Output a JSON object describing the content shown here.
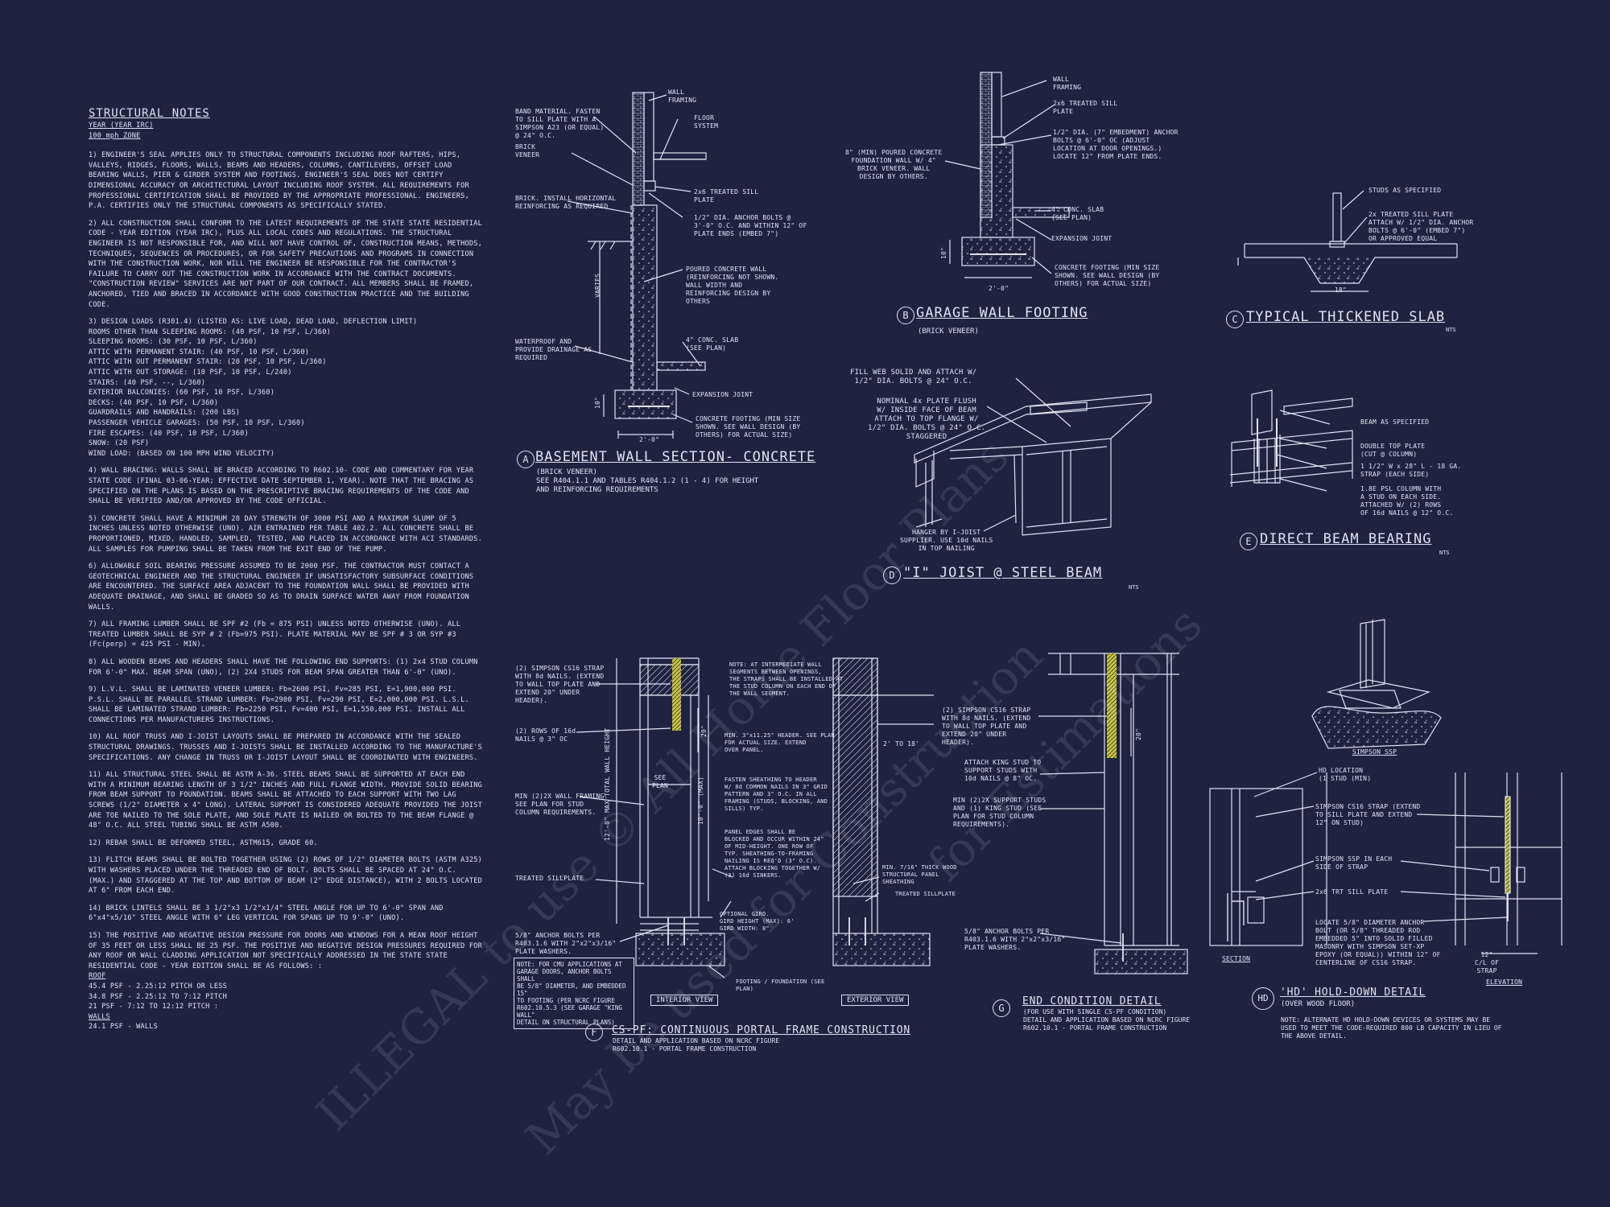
{
  "notes": {
    "heading": "STRUCTURAL NOTES",
    "year": "YEAR (YEAR IRC)",
    "zone": "100 mph ZONE",
    "paragraphs": [
      "1) ENGINEER'S SEAL APPLIES ONLY TO STRUCTURAL COMPONENTS INCLUDING ROOF RAFTERS, HIPS, VALLEYS, RIDGES, FLOORS, WALLS, BEAMS AND HEADERS, COLUMNS, CANTILEVERS, OFFSET LOAD BEARING WALLS, PIER & GIRDER SYSTEM AND FOOTINGS. ENGINEER'S SEAL DOES NOT CERTIFY DIMENSIONAL ACCURACY OR ARCHITECTURAL LAYOUT INCLUDING ROOF SYSTEM. ALL REQUIREMENTS FOR PROFESSIONAL CERTIFICATION SHALL BE PROVIDED BY THE APPROPRIATE PROFESSIONAL. ENGINEERS, P.A. CERTIFIES ONLY THE STRUCTURAL COMPONENTS AS SPECIFICALLY STATED.",
      "2) ALL CONSTRUCTION SHALL CONFORM TO THE LATEST REQUIREMENTS OF THE STATE STATE RESIDENTIAL CODE - YEAR EDITION (YEAR IRC), PLUS ALL LOCAL CODES AND REGULATIONS. THE STRUCTURAL ENGINEER IS NOT RESPONSIBLE FOR, AND WILL NOT HAVE CONTROL OF, CONSTRUCTION MEANS, METHODS, TECHNIQUES, SEQUENCES OR PROCEDURES, OR FOR SAFETY PRECAUTIONS AND PROGRAMS IN CONNECTION WITH THE CONSTRUCTION WORK, NOR WILL THE ENGINEER BE RESPONSIBLE FOR THE CONTRACTOR'S FAILURE TO CARRY OUT THE CONSTRUCTION WORK IN ACCORDANCE WITH THE CONTRACT DOCUMENTS. \"CONSTRUCTION REVIEW\" SERVICES ARE NOT PART OF OUR CONTRACT. ALL MEMBERS SHALL BE FRAMED, ANCHORED, TIED AND BRACED IN ACCORDANCE WITH GOOD CONSTRUCTION PRACTICE AND THE BUILDING CODE.",
      "3) DESIGN LOADS (R301.4) (LISTED AS: LIVE LOAD, DEAD LOAD, DEFLECTION LIMIT)\nROOMS OTHER THAN SLEEPING ROOMS: (40 PSF, 10 PSF, L/360)\nSLEEPING ROOMS: (30 PSF, 10 PSF, L/360)\nATTIC WITH PERMANENT STAIR: (40 PSF, 10 PSF, L/360)\nATTIC WITH OUT PERMANENT STAIR: (20 PSF, 10 PSF, L/360)\nATTIC WITH OUT STORAGE: (10 PSF, 10 PSF, L/240)\nSTAIRS: (40 PSF, --, L/360)\nEXTERIOR BALCONIES: (60 PSF, 10 PSF, L/360)\nDECKS: (40 PSF, 10 PSF, L/360)\nGUARDRAILS AND HANDRAILS: (200 LBS)\nPASSENGER VEHICLE GARAGES: (50 PSF, 10 PSF, L/360)\nFIRE ESCAPES: (40 PSF, 10 PSF, L/360)\nSNOW: (20 PSF)\nWIND LOAD: (BASED ON 100 MPH WIND VELOCITY)",
      "4) WALL BRACING: WALLS SHALL BE BRACED ACCORDING TO R602.10- CODE AND COMMENTARY FOR YEAR STATE CODE (FINAL 03-06-YEAR; EFFECTIVE DATE SEPTEMBER 1, YEAR). NOTE THAT THE BRACING AS SPECIFIED ON THE PLANS IS BASED ON THE PRESCRIPTIVE BRACING REQUIREMENTS OF THE CODE AND SHALL BE VERIFIED AND/OR APPROVED BY THE CODE OFFICIAL.",
      "5) CONCRETE SHALL HAVE A MINIMUM 28 DAY STRENGTH OF 3000 PSI AND A MAXIMUM SLUMP OF 5 INCHES UNLESS NOTED OTHERWISE (UNO). AIR ENTRAINED PER TABLE 402.2. ALL CONCRETE SHALL BE PROPORTIONED, MIXED, HANDLED, SAMPLED, TESTED, AND PLACED IN ACCORDANCE WITH ACI STANDARDS. ALL SAMPLES FOR PUMPING SHALL BE TAKEN FROM THE EXIT END OF THE PUMP.",
      "6) ALLOWABLE SOIL BEARING PRESSURE ASSUMED TO BE 2000 PSF. THE CONTRACTOR MUST CONTACT A GEOTECHNICAL ENGINEER AND THE STRUCTURAL ENGINEER IF UNSATISFACTORY SUBSURFACE CONDITIONS ARE ENCOUNTERED. THE SURFACE AREA ADJACENT TO THE FOUNDATION WALL SHALL BE PROVIDED WITH ADEQUATE DRAINAGE, AND SHALL BE GRADED SO AS TO DRAIN SURFACE WATER AWAY FROM FOUNDATION WALLS.",
      "7) ALL FRAMING LUMBER SHALL BE SPF #2 (Fb = 875 PSI) UNLESS NOTED OTHERWISE (UNO). ALL TREATED LUMBER SHALL BE SYP # 2 (Fb=975 PSI). PLATE MATERIAL MAY BE SPF # 3 OR SYP #3 (Fc(perp) = 425 PSI - MIN).",
      "8) ALL WOODEN BEAMS AND HEADERS SHALL HAVE THE FOLLOWING END SUPPORTS: (1) 2x4 STUD COLUMN FOR 6'-0\" MAX. BEAM SPAN (UNO), (2) 2X4 STUDS FOR BEAM SPAN GREATER THAN 6'-0\" (UNO).",
      "9) L.V.L. SHALL BE LAMINATED VENEER LUMBER: Fb=2600 PSI, Fv=285 PSI, E=1,900,000 PSI. P.S.L. SHALL BE PARALLEL STRAND LUMBER: Fb=2900 PSI, Fv=290 PSI, E=2,000,000 PSI. L.S.L. SHALL BE LAMINATED STRAND LUMBER: Fb=2250 PSI, Fv=400 PSI, E=1,550,000 PSI. INSTALL ALL CONNECTIONS PER MANUFACTURERS INSTRUCTIONS.",
      "10) ALL ROOF TRUSS AND I-JOIST LAYOUTS SHALL BE PREPARED IN ACCORDANCE WITH THE SEALED STRUCTURAL DRAWINGS. TRUSSES AND I-JOISTS SHALL BE INSTALLED ACCORDING TO THE MANUFACTURE'S SPECIFICATIONS. ANY CHANGE IN TRUSS OR I-JOIST LAYOUT SHALL BE COORDINATED WITH ENGINEERS.",
      "11) ALL STRUCTURAL STEEL SHALL BE ASTM A-36. STEEL BEAMS SHALL BE SUPPORTED AT EACH END WITH A MINIMUM BEARING LENGTH OF 3 1/2\" INCHES AND FULL FLANGE WIDTH. PROVIDE SOLID BEARING FROM BEAM SUPPORT TO FOUNDATION. BEAMS SHALL BE ATTACHED TO EACH SUPPORT WITH TWO LAG SCREWS (1/2\" DIAMETER x 4\" LONG). LATERAL SUPPORT IS CONSIDERED ADEQUATE PROVIDED THE JOIST ARE TOE NAILED TO THE SOLE PLATE, AND SOLE PLATE IS NAILED OR BOLTED TO THE BEAM FLANGE @ 48\" O.C. ALL STEEL TUBING SHALL BE ASTM A500.",
      "12) REBAR SHALL BE DEFORMED STEEL, ASTM615, GRADE 60.",
      "13) FLITCH BEAMS SHALL BE BOLTED TOGETHER USING (2) ROWS OF 1/2\" DIAMETER BOLTS (ASTM A325) WITH WASHERS PLACED UNDER THE THREADED END OF BOLT. BOLTS SHALL BE SPACED AT 24\" O.C. (MAX.) AND STAGGERED AT THE TOP AND BOTTOM OF BEAM (2\" EDGE DISTANCE), WITH 2 BOLTS LOCATED AT 6\" FROM EACH END.",
      "14) BRICK LINTELS SHALL BE 3 1/2\"x3 1/2\"x1/4\" STEEL ANGLE FOR UP TO 6'-0\" SPAN AND 6\"x4\"x5/16\" STEEL ANGLE WITH 6\" LEG VERTICAL FOR SPANS UP TO 9'-0\" (UNO).",
      "15) THE POSITIVE AND NEGATIVE DESIGN PRESSURE FOR DOORS AND WINDOWS FOR A MEAN ROOF HEIGHT OF 35 FEET OR LESS SHALL BE 25 PSF. THE POSITIVE AND NEGATIVE DESIGN PRESSURES REQUIRED FOR ANY ROOF OR WALL CLADDING APPLICATION NOT SPECIFICALLY ADDRESSED IN THE STATE STATE RESIDENTIAL CODE - YEAR EDITION SHALL BE AS FOLLOWS: :"
    ],
    "roof_heading": "ROOF",
    "roof_lines": [
      "45.4 PSF - 2.25:12 PITCH OR LESS",
      "34.8 PSF - 2.25:12 TO 7:12 PITCH",
      "21 PSF - 7:12 TO 12:12 PITCH :"
    ],
    "walls_heading": "WALLS",
    "walls_lines": [
      "24.1 PSF - WALLS"
    ]
  },
  "details": {
    "a": {
      "badge": "A",
      "title": "BASEMENT WALL SECTION- CONCRETE",
      "subtitle": "(BRICK VENEER)\nSEE R404.1.1 AND TABLES R404.1.2 (1 - 4) FOR HEIGHT\nAND REINFORCING REQUIREMENTS",
      "labels": {
        "band": "BAND MATERIAL. FASTEN\nTO SILL PLATE WITH A\nSIMPSON A23 (OR EQUAL)\n@ 24\" O.C.",
        "brick_veneer": "BRICK\nVENEER",
        "brick_reinf": "BRICK. INSTALL HORIZONTAL\nREINFORCING AS REQUIRED",
        "waterproof": "WATERPROOF AND\nPROVIDE DRAINAGE AS\nREQUIRED",
        "wall_framing": "WALL\nFRAMING",
        "floor_system": "FLOOR\nSYSTEM",
        "sill": "2x6 TREATED SILL\nPLATE",
        "anchor": "1/2\" DIA. ANCHOR BOLTS @\n3'-0\" O.C. AND WITHIN 12\" OF\nPLATE ENDS (EMBED 7\")",
        "poured": "POURED CONCRETE WALL\n(REINFORCING NOT SHOWN.\nWALL WIDTH AND\nREINFORCING DESIGN BY\nOTHERS",
        "slab": "4\" CONC. SLAB\n(SEE PLAN)",
        "expansion": "EXPANSION JOINT",
        "footing": "CONCRETE FOOTING (MIN SIZE\nSHOWN. SEE WALL DESIGN (BY\nOTHERS) FOR ACTUAL SIZE)",
        "varies": "VARIES",
        "dim_h": "10\"",
        "dim_w": "2'-0\""
      }
    },
    "b": {
      "badge": "B",
      "title": "GARAGE WALL FOOTING",
      "subtitle": "(BRICK VENEER)",
      "labels": {
        "foundation": "8\" (MIN) POURED CONCRETE\nFOUNDATION WALL W/ 4\"\nBRICK VENEER. WALL\nDESIGN BY OTHERS.",
        "wall_framing": "WALL\nFRAMING",
        "sill": "2x6 TREATED SILL\nPLATE",
        "anchor": "1/2\" DIA. (7\" EMBEDMENT) ANCHOR\nBOLTS @ 6'-0\" OC (ADJUST\nLOCATION AT DOOR OPENINGS.)\nLOCATE 12\" FROM PLATE ENDS.",
        "slab": "4\" CONC. SLAB\n(SEE PLAN)",
        "expansion": "EXPANSION JOINT",
        "footing": "CONCRETE FOOTING (MIN SIZE\nSHOWN. SEE WALL DESIGN (BY\nOTHERS) FOR ACTUAL SIZE)",
        "dim_h": "10\"",
        "dim_w": "2'-0\""
      }
    },
    "c": {
      "badge": "C",
      "title": "TYPICAL THICKENED SLAB",
      "nts": "NTS",
      "labels": {
        "studs": "STUDS AS SPECIFIED",
        "plate": "2x TREATED SILL PLATE\nATTACH W/ 1/2\" DIA. ANCHOR\nBOLTS @ 6'-0\" (EMBED 7\")\nOR APPROVED EQUAL",
        "dim": "18\""
      }
    },
    "d": {
      "badge": "D",
      "title": "\"I\" JOIST @ STEEL BEAM",
      "nts": "NTS",
      "labels": {
        "fill": "FILL WEB SOLID AND ATTACH W/\n1/2\" DIA. BOLTS @ 24\" O.C.",
        "plate": "NOMINAL 4x PLATE FLUSH\nW/ INSIDE FACE OF BEAM\nATTACH TO TOP FLANGE W/\n1/2\" DIA. BOLTS @ 24\" O.C.\nSTAGGERED",
        "hanger": "HANGER BY I-JOIST\nSUPPLIER. USE 10d NAILS\nIN TOP NAILING"
      }
    },
    "e": {
      "badge": "E",
      "title": "DIRECT BEAM BEARING",
      "nts": "NTS",
      "labels": {
        "beam": "BEAM AS SPECIFIED",
        "top_plate": "DOUBLE TOP PLATE\n(CUT @ COLUMN)",
        "strap": "1 1/2\" W x 28\" L - 18 GA.\nSTRAP (EACH SIDE)",
        "column": "1.8E PSL COLUMN WITH\nA STUD ON EACH SIDE.\nATTACHED W/ (2) ROWS\nOF 16d NAILS @ 12\" O.C."
      }
    },
    "f": {
      "badge": "F",
      "title": "CS-PF: CONTINUOUS PORTAL FRAME CONSTRUCTION",
      "subtitle": "DETAIL AND APPLICATION BASED ON NCRC FIGURE\nR602.10.1 - PORTAL FRAME CONSTRUCTION",
      "labels": {
        "strap": "(2) SIMPSON CS16 STRAP\nWITH 8d NAILS. (EXTEND\nTO WALL TOP PLATE AND\nEXTEND 20\" UNDER\nHEADER).",
        "rows": "(2) ROWS OF 16d\nNAILS @ 3\" OC",
        "min_framing": "MIN (2)2X WALL FRAMING.\nSEE PLAN FOR STUD\nCOLUMN REQUIREMENTS.",
        "treated": "TREATED SILLPLATE",
        "anchor": "5/8\" ANCHOR BOLTS PER\nR403.1.6 WITH 2\"x2\"x3/16\"\nPLATE WASHERS.",
        "note_int": "NOTE: AT INTERMEDIATE WALL\nSEGMENTS BETWEEN OPENINGS,\nTHE STRAPS SHALL BE INSTALLED AT\nTHE STUD COLUMN ON EACH END OF\nTHE WALL SEGMENT.",
        "header": "MIN. 3\"x11.25\" HEADER. SEE PLAN\nFOR ACTUAL SIZE. EXTEND\nOVER PANEL.",
        "fasten": "FASTEN SHEATHING TO HEADER\nW/ 8d COMMON NAILS IN 3\" GRID\nPATTERN AND 3\" O.C. IN ALL\nFRAMING (STUDS, BLOCKING, AND\nSILLS) TYP.",
        "panel": "PANEL EDGES SHALL BE\nBLOCKED AND OCCUR WITHIN 24\"\nOF MID-HEIGHT. ONE ROW OF\nTYP. SHEATHING-TO-FRAMING\nNAILING IS REQ'D (3\" O.C).\nATTACH BLOCKING TOGETHER W/\n(3) 16d SINKERS.",
        "girder": "OPTIONAL GIRD.\nGIRD HEIGHT (MAX): 6'\nGIRD WIDTH: 8\"",
        "footing": "FOOTING / FOUNDATION (SEE\nPLAN)",
        "osb": "MIN. 7/16\" THICK WOOD\nSTRUCTURAL PANEL\nSHEATHING",
        "treated2": "TREATED SILLPLATE",
        "cmu": "NOTE: FOR CMU APPLICATIONS AT\nGARAGE DOORS, ANCHOR BOLTS SHALL\nBE 5/8\" DIAMETER, AND EMBEDDED 15\"\nTO FOOTING (PER NCRC FIGURE\nR602.10.5.3 (SEE GARAGE \"KING WALL\"\nDETAIL ON STRUCTURAL PLANS)",
        "dim_20": "20\"",
        "dim_see": "SEE\nPLAN",
        "dim_total": "12'-0\" MAX TOTAL WALL HEIGHT",
        "dim_10": "10'-0\" (MAX)",
        "dim_2to18": "2' TO 18'",
        "interior": "INTERIOR VIEW",
        "exterior": "EXTERIOR VIEW"
      }
    },
    "g": {
      "badge": "G",
      "title": "END CONDITION DETAIL",
      "subtitle": "(FOR USE WITH SINGLE CS-PF CONDITION)\nDETAIL AND APPLICATION BASED ON NCRC FIGURE\nR602.10.1 - PORTAL FRAME CONSTRUCTION",
      "labels": {
        "strap": "(2) SIMPSON CS16 STRAP\nWITH 8d NAILS. (EXTEND\nTO WALL TOP PLATE AND\nEXTEND 20\" UNDER\nHEADER).",
        "king": "ATTACH KING STUD TO\nSUPPORT STUDS WITH\n10d NAILS @ 8\" OC.",
        "min": "MIN (2)2X SUPPORT STUDS\nAND (1) KING STUD (SEE\nPLAN FOR STUD COLUMN\nREQUIREMENTS).",
        "anchor": "5/8\" ANCHOR BOLTS PER\nR403.1.6 WITH 2\"x2\"x3/16\"\nPLATE WASHERS.",
        "dim_20": "20\""
      }
    },
    "hd": {
      "badge": "HD",
      "title": "'HD' HOLD-DOWN DETAIL",
      "subtitle": "(OVER WOOD FLOOR)",
      "note": "NOTE: ALTERNATE HD HOLD-DOWN DEVICES OR SYSTEMS MAY BE\nUSED TO MEET THE CODE-REQUIRED 800 LB CAPACITY IN LIEU OF\nTHE ABOVE DETAIL.",
      "labels": {
        "ssp": "SIMPSON SSP",
        "hd_loc": "HD LOCATION\n(1 STUD (MIN)",
        "strap": "SIMPSON CS16 STRAP (EXTEND\nTO SILL PLATE AND EXTEND\n12\" ON STUD)",
        "ssp_each": "SIMPSON SSP IN EACH\nSIDE OF STRAP",
        "sill": "2x6 TRT SILL PLATE",
        "anchor": "LOCATE 5/8\" DIAMETER ANCHOR\nBOLT (OR 5/8\" THREADED ROD\nEMBEDDED 5\" INTO SOLID FILLED\nMASONRY WITH SIMPSON SET-XP\nEPOXY (OR EQUAL)) WITHIN 12\" OF\nCENTERLINE OF CS16 STRAP.",
        "dim": "12\"\nC/L OF\nSTRAP",
        "section": "SECTION",
        "elevation": "ELEVATION"
      }
    }
  },
  "watermark": {
    "line1": "ILLEGAL to use © All Home Floor Plans",
    "line2": "May be used for Construction",
    "line3": "for Estimations"
  }
}
